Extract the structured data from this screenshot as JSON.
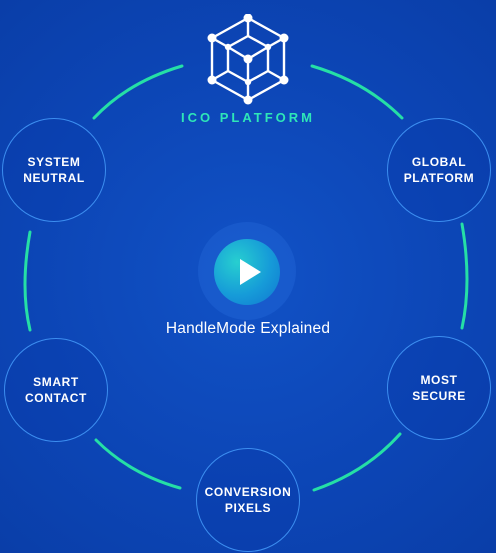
{
  "platform_title": "ICO PLATFORM",
  "center": {
    "caption": "HandleMode Explained",
    "play_icon": "play-icon"
  },
  "logo_icon": "network-cube-icon",
  "nodes": [
    {
      "label": "SYSTEM\nNEUTRAL"
    },
    {
      "label": "GLOBAL\nPLATFORM"
    },
    {
      "label": "MOST\nSECURE"
    },
    {
      "label": "CONVERSION\nPIXELS"
    },
    {
      "label": "SMART\nCONTACT"
    }
  ],
  "colors": {
    "background": "#0d47b8",
    "accent_teal": "#2ee6b8",
    "ring_blue": "#3c8ef0",
    "text": "#ffffff"
  }
}
